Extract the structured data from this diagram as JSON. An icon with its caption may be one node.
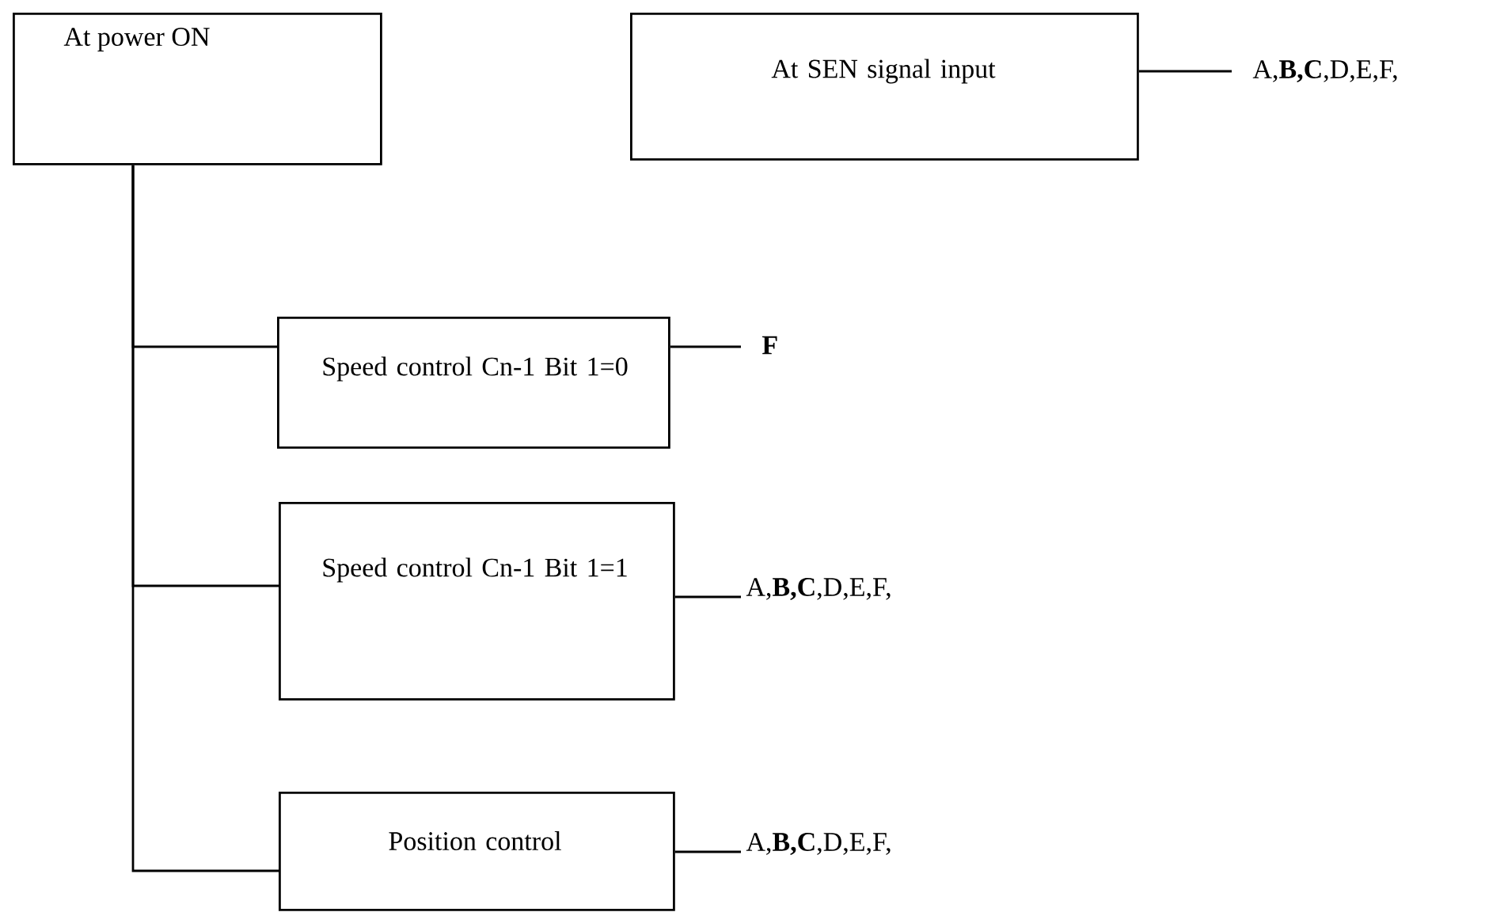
{
  "diagram": {
    "nodes": [
      {
        "text": [
          "At power ON"
        ]
      },
      {
        "text": [
          "At SEN signal input"
        ]
      },
      {
        "text": [
          "Speed control Cn-1 Bit 1=0"
        ]
      },
      {
        "text": [
          "Speed control Cn-1 Bit 1=1"
        ]
      },
      {
        "text": [
          "Position control"
        ]
      },
      {
        "text": [
          "A,**B,C**,D,E,F,"
        ]
      },
      {
        "text": [
          "F"
        ]
      },
      {
        "text": [
          "A,**B,C**,D,E,F,"
        ]
      },
      {
        "text": [
          "A,**B,C**,D,E,F,"
        ]
      }
    ],
    "edges": [
      {
        "from": 0,
        "to": 2,
        "arrow": "none"
      },
      {
        "from": 0,
        "to": 3,
        "arrow": "none"
      },
      {
        "from": 0,
        "to": 4,
        "arrow": "none"
      },
      {
        "from": 1,
        "to": 5,
        "arrow": "none"
      },
      {
        "from": 2,
        "to": 6,
        "arrow": "none"
      },
      {
        "from": 3,
        "to": 7,
        "arrow": "none"
      },
      {
        "from": 4,
        "to": 8,
        "arrow": "none"
      }
    ]
  }
}
